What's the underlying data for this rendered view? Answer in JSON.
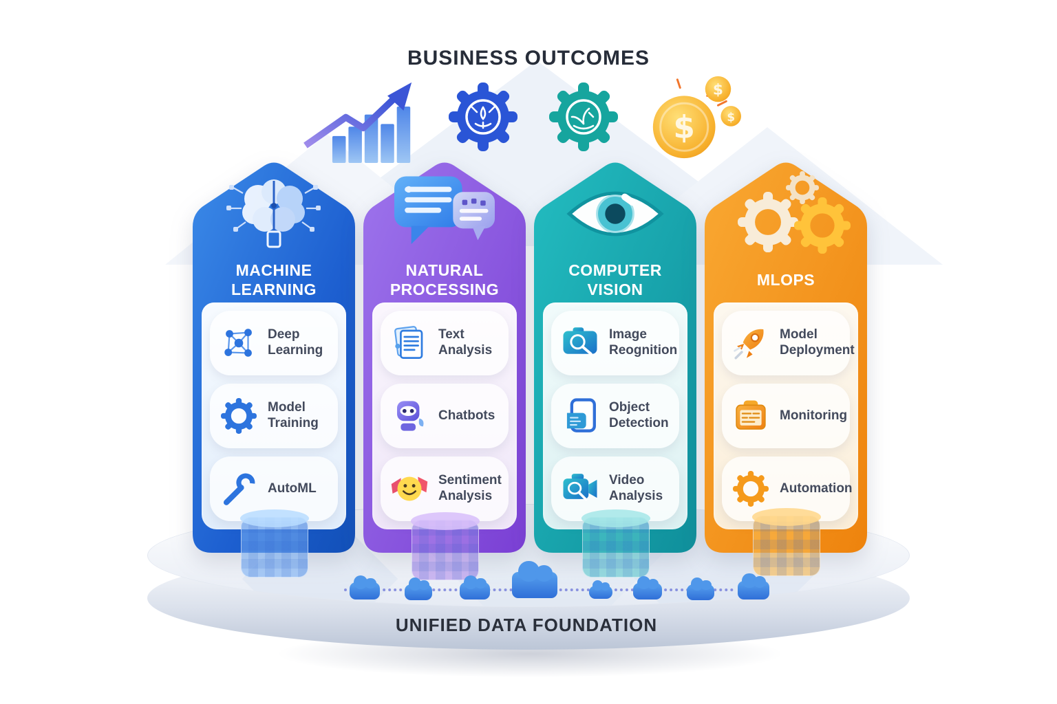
{
  "header": {
    "title": "BUSINESS OUTCOMES"
  },
  "outcomes": {
    "icons": [
      {
        "name": "growth-chart-icon"
      },
      {
        "name": "gear-achievement-icon"
      },
      {
        "name": "gear-plant-icon"
      },
      {
        "name": "revenue-coins-icon"
      }
    ]
  },
  "pillars": [
    {
      "title": "MACHINE LEARNING",
      "color": "#1e6ed8",
      "icon": "brain-circuit-icon",
      "items": [
        {
          "label": "Deep Learning",
          "icon": "neural-network-icon"
        },
        {
          "label": "Model Training",
          "icon": "gear-icon"
        },
        {
          "label": "AutoML",
          "icon": "wrench-icon"
        }
      ]
    },
    {
      "title": "NATURAL PROCESSING",
      "color": "#8455dd",
      "icon": "chat-bubbles-icon",
      "items": [
        {
          "label": "Text Analysis",
          "icon": "document-icon"
        },
        {
          "label": "Chatbots",
          "icon": "robot-icon"
        },
        {
          "label": "Sentiment Analysis",
          "icon": "smiley-icon"
        }
      ]
    },
    {
      "title": "COMPUTER VISION",
      "color": "#14a3ab",
      "icon": "eye-icon",
      "items": [
        {
          "label": "Image Reognition",
          "icon": "camera-search-icon"
        },
        {
          "label": "Object Detection",
          "icon": "object-frame-icon"
        },
        {
          "label": "Video Analysis",
          "icon": "video-camera-icon"
        }
      ]
    },
    {
      "title": "MLOPS",
      "color": "#f5941d",
      "icon": "gears-icon",
      "items": [
        {
          "label": "Model Deployment",
          "icon": "rocket-icon"
        },
        {
          "label": "Monitoring",
          "icon": "dashboard-icon"
        },
        {
          "label": "Automation",
          "icon": "gear-icon"
        }
      ]
    }
  ],
  "foundation": {
    "label": "UNIFIED DATA FOUNDATION"
  },
  "palette": {
    "ml_blue": "#1e6ed8",
    "nlp_purple": "#8455dd",
    "cv_teal": "#14a3ab",
    "mlops_orange": "#f5941d",
    "coin_gold": "#f7b02c",
    "platform_gray": "#d6dce8",
    "title_text": "#272d39"
  }
}
